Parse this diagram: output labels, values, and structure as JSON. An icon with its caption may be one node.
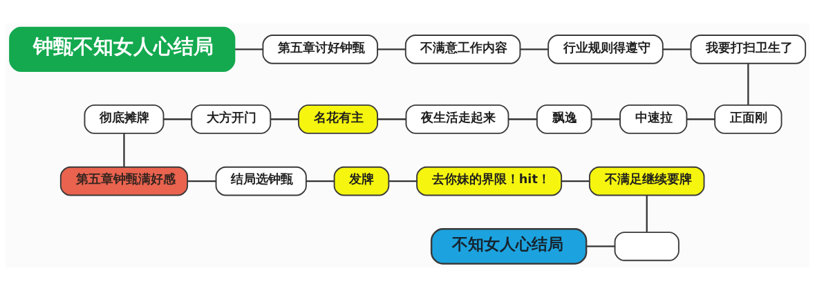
{
  "diagram": {
    "nodes": [
      {
        "text": [
          "钟甄不知女人心结局"
        ]
      },
      {
        "text": [
          "第五章讨好钟甄"
        ]
      },
      {
        "text": [
          "不满意工作内容"
        ]
      },
      {
        "text": [
          "行业规则得遵守"
        ]
      },
      {
        "text": [
          "我要打扫卫生了"
        ]
      },
      {
        "text": [
          "正面刚"
        ]
      },
      {
        "text": [
          "中速拉"
        ]
      },
      {
        "text": [
          "飘逸"
        ]
      },
      {
        "text": [
          "夜生活走起来"
        ]
      },
      {
        "text": [
          "名花有主"
        ]
      },
      {
        "text": [
          "大方开门"
        ]
      },
      {
        "text": [
          "彻底摊牌"
        ]
      },
      {
        "text": [
          "第五章钟甄满好感"
        ]
      },
      {
        "text": [
          "结局选钟甄"
        ]
      },
      {
        "text": [
          "发牌"
        ]
      },
      {
        "text": [
          "去你妹的界限！hit！"
        ]
      },
      {
        "text": [
          "不满足继续要牌"
        ]
      },
      {
        "text": [],
        "shape": "box"
      },
      {
        "text": [
          "不知女人心结局"
        ]
      }
    ],
    "edges": [
      {
        "from": 0,
        "to": 1,
        "arrow": "none"
      },
      {
        "from": 1,
        "to": 2,
        "arrow": "none"
      },
      {
        "from": 2,
        "to": 3,
        "arrow": "none"
      },
      {
        "from": 3,
        "to": 4,
        "arrow": "none"
      },
      {
        "from": 4,
        "to": 5,
        "arrow": "none"
      },
      {
        "from": 5,
        "to": 6,
        "arrow": "none"
      },
      {
        "from": 6,
        "to": 7,
        "arrow": "none"
      },
      {
        "from": 7,
        "to": 8,
        "arrow": "none"
      },
      {
        "from": 8,
        "to": 9,
        "arrow": "none"
      },
      {
        "from": 9,
        "to": 10,
        "arrow": "none"
      },
      {
        "from": 10,
        "to": 11,
        "arrow": "none"
      },
      {
        "from": 11,
        "to": 12,
        "arrow": "none"
      },
      {
        "from": 12,
        "to": 13,
        "arrow": "none"
      },
      {
        "from": 13,
        "to": 14,
        "arrow": "none"
      },
      {
        "from": 14,
        "to": 15,
        "arrow": "none"
      },
      {
        "from": 15,
        "to": 16,
        "arrow": "none"
      },
      {
        "from": 16,
        "to": 17,
        "arrow": "none"
      },
      {
        "from": 17,
        "to": 18,
        "arrow": "none"
      }
    ]
  }
}
